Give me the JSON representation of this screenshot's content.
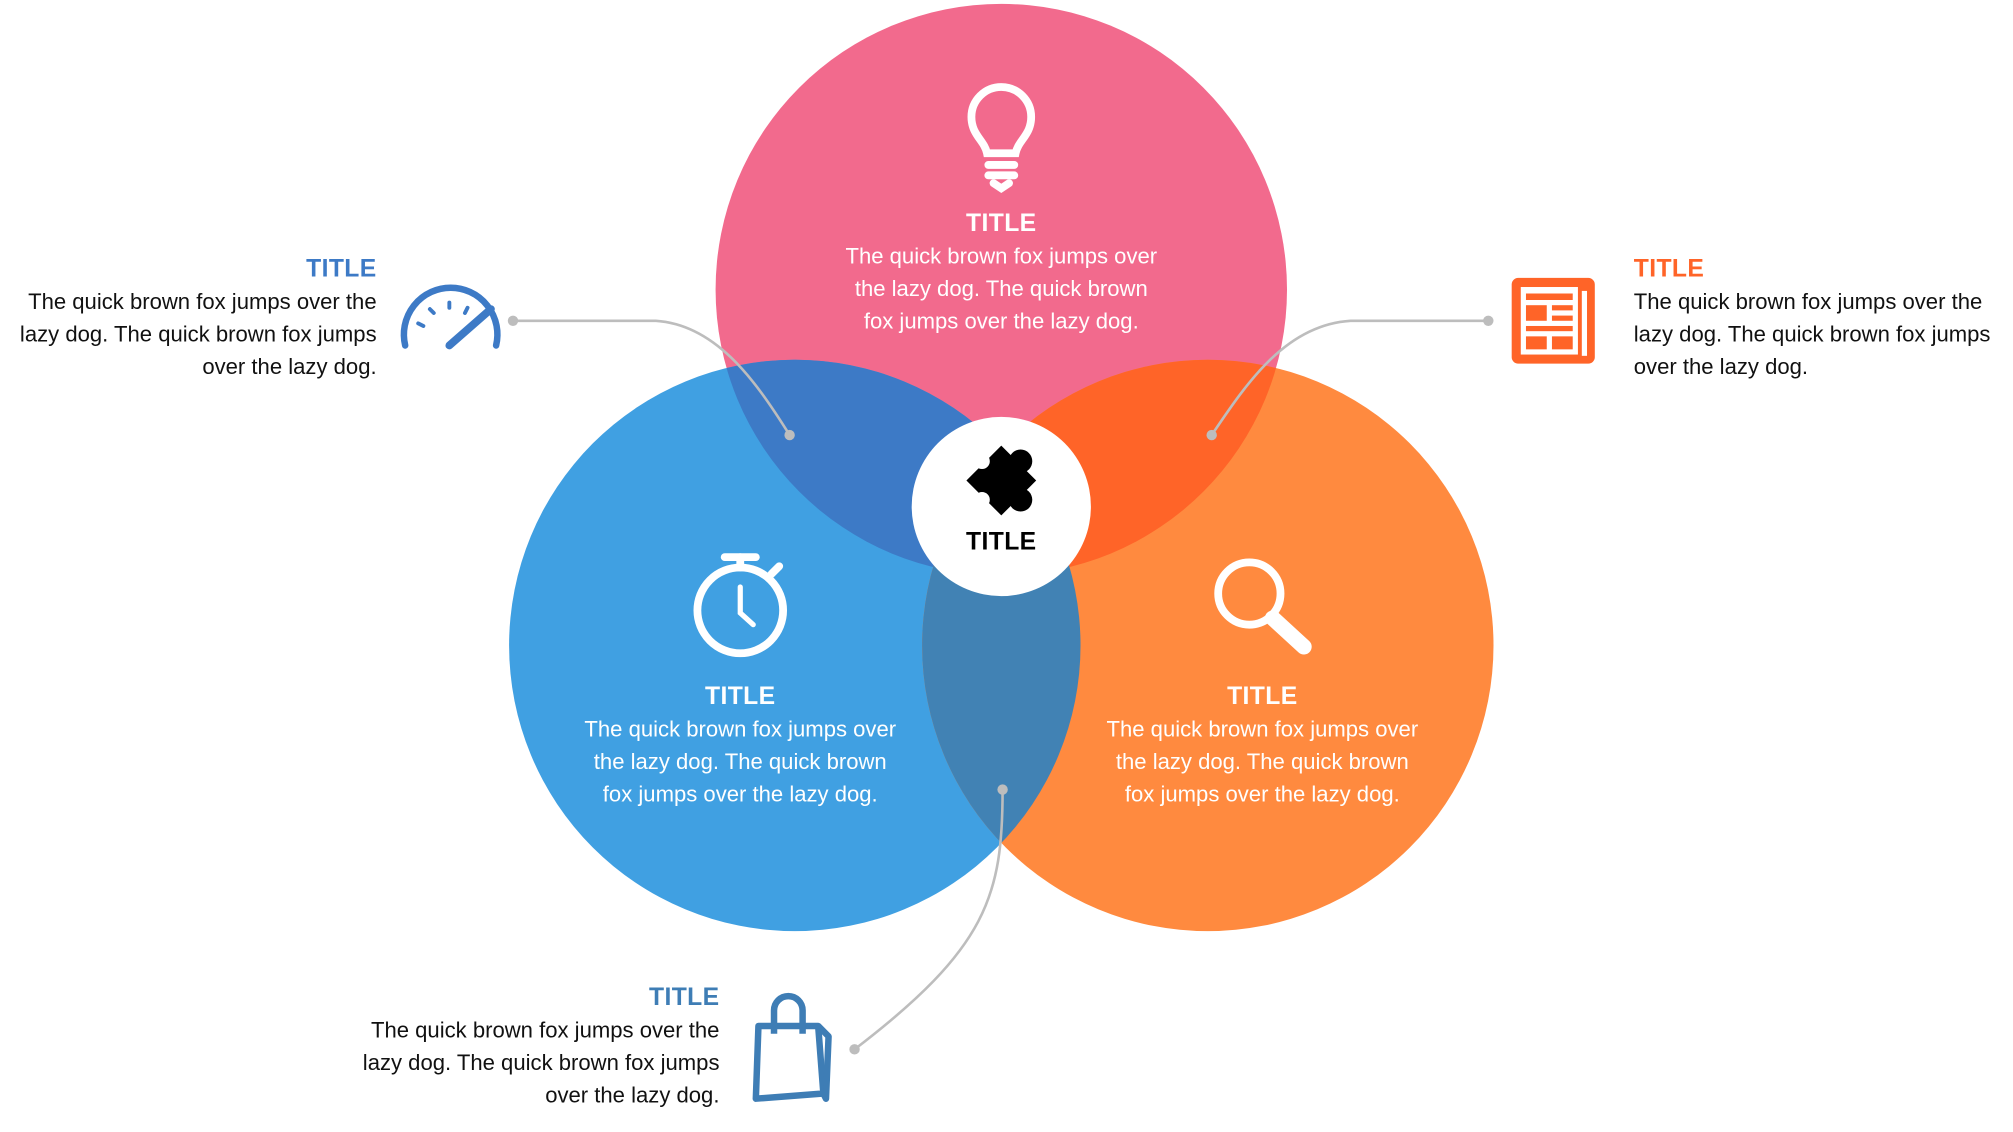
{
  "colors": {
    "pink": "#F26A8D",
    "blue": "#40A0E2",
    "orange": "#FF8A3F",
    "blue_pink": "#3D7AC6",
    "pink_orange": "#FF6428",
    "blue_orange": "#4182B4",
    "connector": "#BDBDBD",
    "side_blue": "#3D7AC6",
    "side_orange": "#FF6428",
    "bottom_blue": "#3E7DB5"
  },
  "center": {
    "title": "TITLE",
    "icon": "puzzle-icon"
  },
  "circles": [
    {
      "id": "top",
      "icon": "lightbulb-icon",
      "title": "TITLE",
      "text": "The quick brown fox jumps over the lazy dog. The quick brown fox jumps over the lazy dog."
    },
    {
      "id": "left",
      "icon": "stopwatch-icon",
      "title": "TITLE",
      "text": "The quick brown fox jumps over the lazy dog. The quick brown fox jumps over the lazy dog."
    },
    {
      "id": "right",
      "icon": "magnifier-icon",
      "title": "TITLE",
      "text": "The quick brown fox jumps over the lazy dog. The quick brown fox jumps over the lazy dog."
    }
  ],
  "callouts": [
    {
      "id": "left",
      "icon": "speedometer-icon",
      "title": "TITLE",
      "text": "The quick brown fox jumps over the lazy dog. The quick brown fox jumps over the lazy dog."
    },
    {
      "id": "right",
      "icon": "newspaper-icon",
      "title": "TITLE",
      "text": "The quick brown fox jumps over the lazy dog. The quick brown fox jumps over the lazy dog."
    },
    {
      "id": "bottom",
      "icon": "shopping-bag-icon",
      "title": "TITLE",
      "text": "The quick brown fox jumps over the lazy dog. The quick brown fox jumps over the lazy dog."
    }
  ]
}
